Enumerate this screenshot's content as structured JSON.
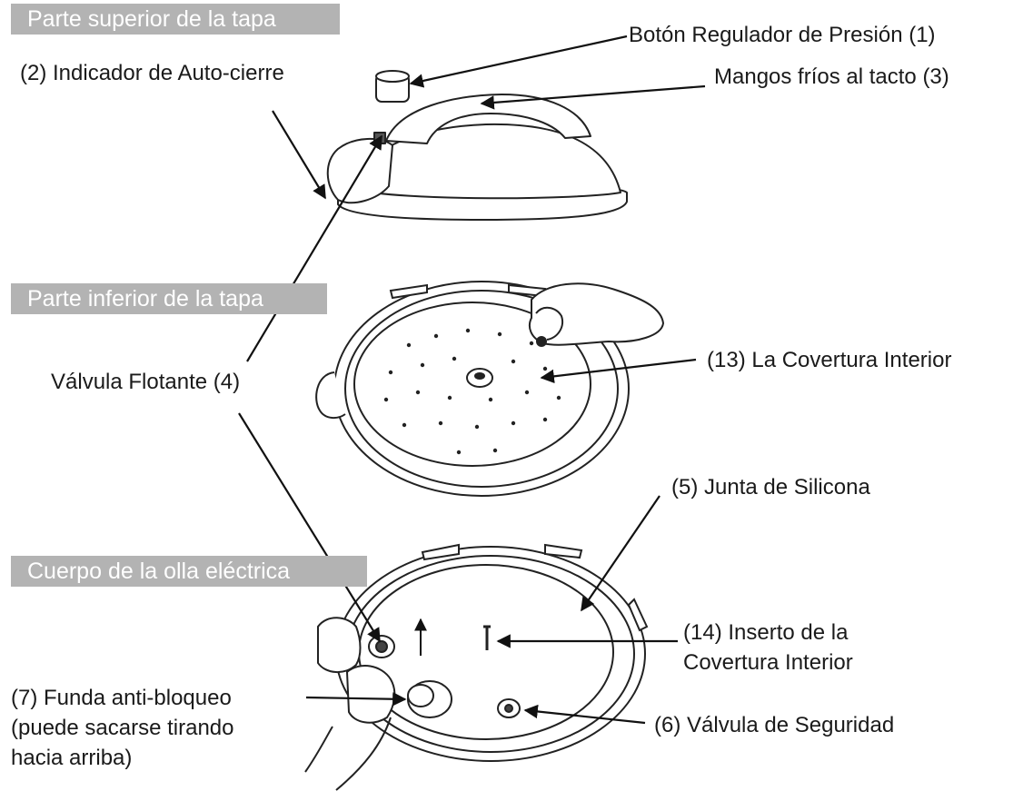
{
  "sections": {
    "lid_top": "Parte superior de la tapa",
    "lid_bottom": "Parte inferior de la tapa",
    "cooker_body": "Cuerpo de la olla eléctrica"
  },
  "callouts": {
    "pressure_regulator": "Botón Regulador de Presión (1)",
    "auto_lock_indicator": "(2) Indicador de Auto-cierre",
    "cool_touch_handles": "Mangos fríos al tacto (3)",
    "float_valve": "Válvula Flotante (4)",
    "inner_cover": "(13) La Covertura Interior",
    "silicone_gasket": "(5) Junta de Silicona",
    "inner_cover_insert_line1": "(14) Inserto de la",
    "inner_cover_insert_line2": "Covertura Interior",
    "anti_block_shield_line1": "(7) Funda anti-bloqueo",
    "anti_block_shield_line2": "(puede sacarse tirando",
    "anti_block_shield_line3": "hacia arriba)",
    "safety_valve": "(6) Válvula de Seguridad"
  }
}
